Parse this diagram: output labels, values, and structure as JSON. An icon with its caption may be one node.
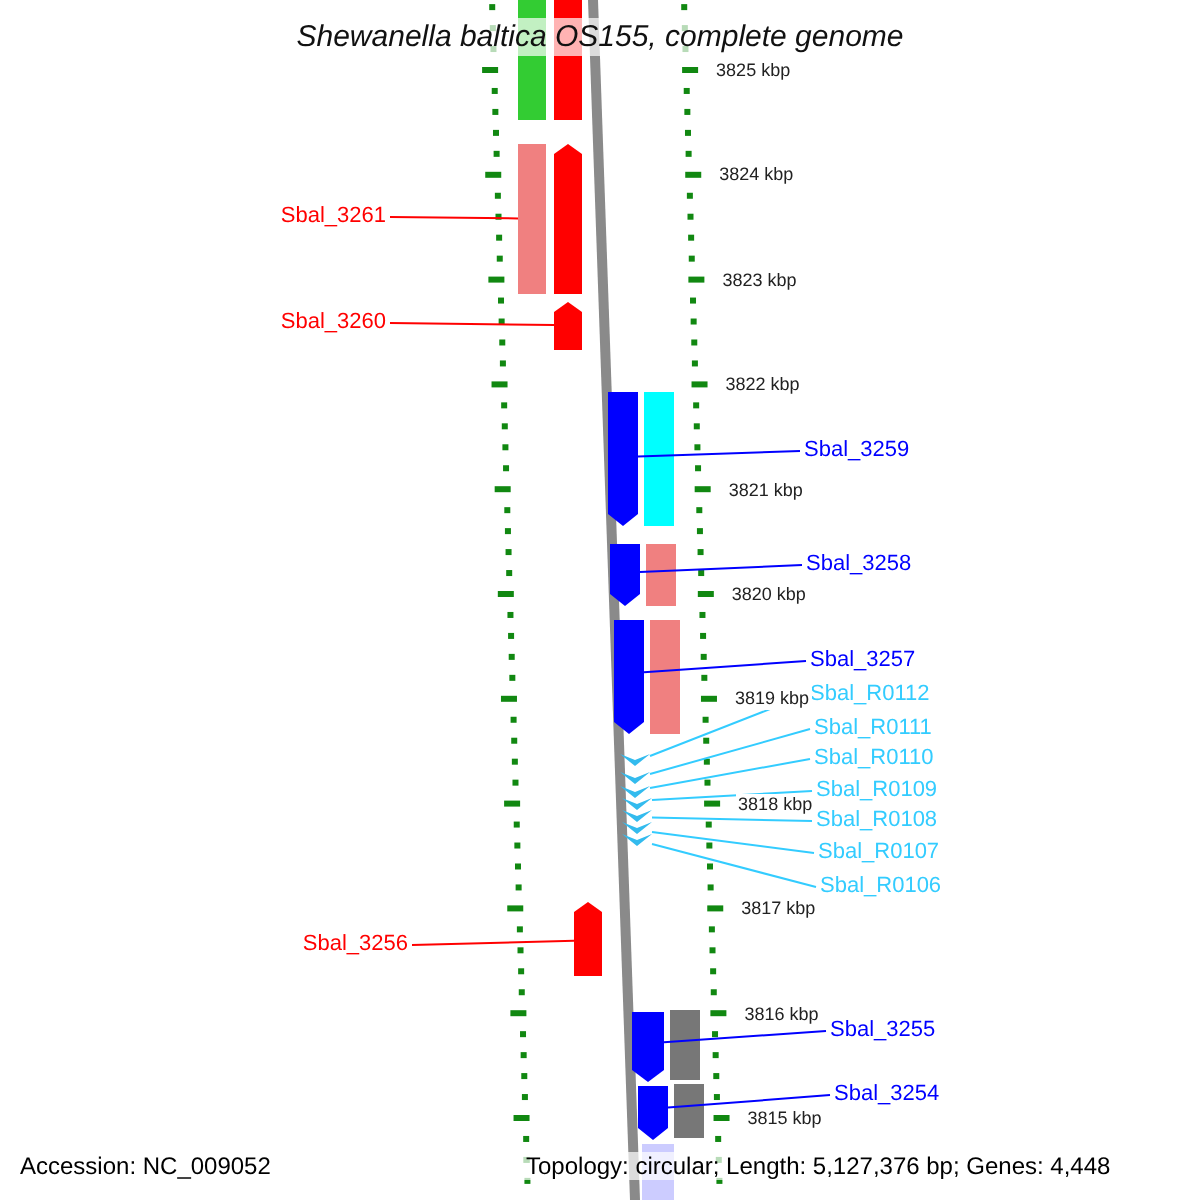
{
  "diagram": {
    "title": "Shewanella baltica OS155, complete genome",
    "nodes": [
      {
        "text": [
          "Sbal_3261"
        ]
      },
      {
        "text": [],
        "shape": "box"
      },
      {
        "text": [
          "Sbal_3260"
        ]
      },
      {
        "text": [],
        "shape": "pentagon"
      },
      {
        "text": [
          "Sbal_3259"
        ]
      },
      {
        "text": [],
        "shape": "pentagon"
      },
      {
        "text": [
          "Sbal_3258"
        ]
      },
      {
        "text": [],
        "shape": "pentagon"
      },
      {
        "text": [
          "Sbal_3257"
        ]
      },
      {
        "text": [],
        "shape": "pentagon"
      },
      {
        "text": [
          "Sbal_R0112"
        ]
      },
      {
        "text": [
          "Sbal_R0111"
        ]
      },
      {
        "text": [
          "Sbal_R0110"
        ]
      },
      {
        "text": [
          "Sbal_R0109"
        ]
      },
      {
        "text": [
          "Sbal_R0108"
        ]
      },
      {
        "text": [
          "Sbal_R0107"
        ]
      },
      {
        "text": [
          "Sbal_R0106"
        ]
      },
      {
        "text": [],
        "shape": "chevron"
      },
      {
        "text": [],
        "shape": "chevron"
      },
      {
        "text": [],
        "shape": "chevron"
      },
      {
        "text": [],
        "shape": "chevron"
      },
      {
        "text": [],
        "shape": "chevron"
      },
      {
        "text": [],
        "shape": "chevron"
      },
      {
        "text": [],
        "shape": "chevron"
      },
      {
        "text": [
          "Sbal_3256"
        ]
      },
      {
        "text": [],
        "shape": "pentagon"
      },
      {
        "text": [
          "Sbal_3255"
        ]
      },
      {
        "text": [],
        "shape": "pentagon"
      },
      {
        "text": [
          "Sbal_3254"
        ]
      },
      {
        "text": [],
        "shape": "pentagon"
      },
      {
        "text": [],
        "shape": "pentagon"
      }
    ],
    "edges": [
      {
        "from": 0,
        "to": 1,
        "arrow": "none",
        "color": "#ff0000"
      },
      {
        "from": 2,
        "to": 3,
        "arrow": "none",
        "color": "#ff0000"
      },
      {
        "from": 4,
        "to": 5,
        "arrow": "none",
        "color": "#0000ff"
      },
      {
        "from": 6,
        "to": 7,
        "arrow": "none",
        "color": "#0000ff"
      },
      {
        "from": 8,
        "to": 9,
        "arrow": "none",
        "color": "#0000ff"
      },
      {
        "from": 10,
        "to": 17,
        "arrow": "none"
      },
      {
        "from": 11,
        "to": 18,
        "arrow": "none"
      },
      {
        "from": 12,
        "to": 19,
        "arrow": "none"
      },
      {
        "from": 13,
        "to": 20,
        "arrow": "none"
      },
      {
        "from": 14,
        "to": 21,
        "arrow": "none"
      },
      {
        "from": 15,
        "to": 22,
        "arrow": "none"
      },
      {
        "from": 16,
        "to": 23,
        "arrow": "none"
      },
      {
        "from": 24,
        "to": 25,
        "arrow": "none",
        "color": "#ff0000"
      },
      {
        "from": 26,
        "to": 27,
        "arrow": "none",
        "color": "#0000ff"
      },
      {
        "from": 28,
        "to": 29,
        "arrow": "none",
        "color": "#0000ff"
      }
    ],
    "labels": [
      "3825 kbp",
      "3824 kbp",
      "3823 kbp",
      "3822 kbp",
      "3821 kbp",
      "3820 kbp",
      "3819 kbp",
      "3818 kbp",
      "3817 kbp",
      "3816 kbp",
      "3815 kbp",
      "Accession: NC_009052",
      "Topology: circular; Length: 5,127,376 bp; Genes: 4,448"
    ]
  }
}
